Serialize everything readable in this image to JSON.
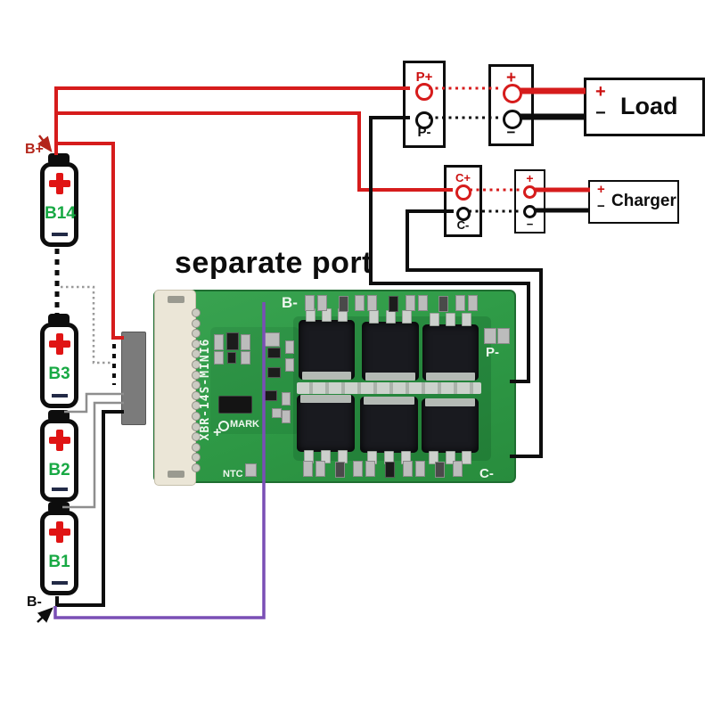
{
  "title": "separate port",
  "battery_pack": {
    "b_plus_label": "B+",
    "b_minus_label": "B-",
    "cells": [
      {
        "label": "B14"
      },
      {
        "label": "B3"
      },
      {
        "label": "B2"
      },
      {
        "label": "B1"
      }
    ]
  },
  "connectors": {
    "p_port": {
      "positive": "P+",
      "negative": "P-"
    },
    "load_pair": {
      "positive": "+",
      "negative": "−"
    },
    "c_port": {
      "positive": "C+",
      "negative": "C-"
    },
    "charger_pair": {
      "positive": "+",
      "negative": "−"
    }
  },
  "devices": {
    "load": {
      "plus": "+",
      "minus": "−",
      "label": "Load"
    },
    "charger": {
      "plus": "+",
      "minus": "−",
      "label": "Charger"
    }
  },
  "pcb": {
    "model": "XBR-14S-MINI6",
    "silk": {
      "b_minus": "B-",
      "p_minus": "P-",
      "c_minus": "C-",
      "mark": "MARK",
      "plus": "+",
      "ntc": "NTC"
    }
  },
  "colors": {
    "positive_wire": "#d61c1c",
    "negative_wire": "#111111",
    "sense_wire_purple": "#7a4fb5",
    "sense_wire_grey": "#8e8e8e",
    "battery_label_green": "#18a944",
    "pcb_green": "#2f9b47"
  }
}
